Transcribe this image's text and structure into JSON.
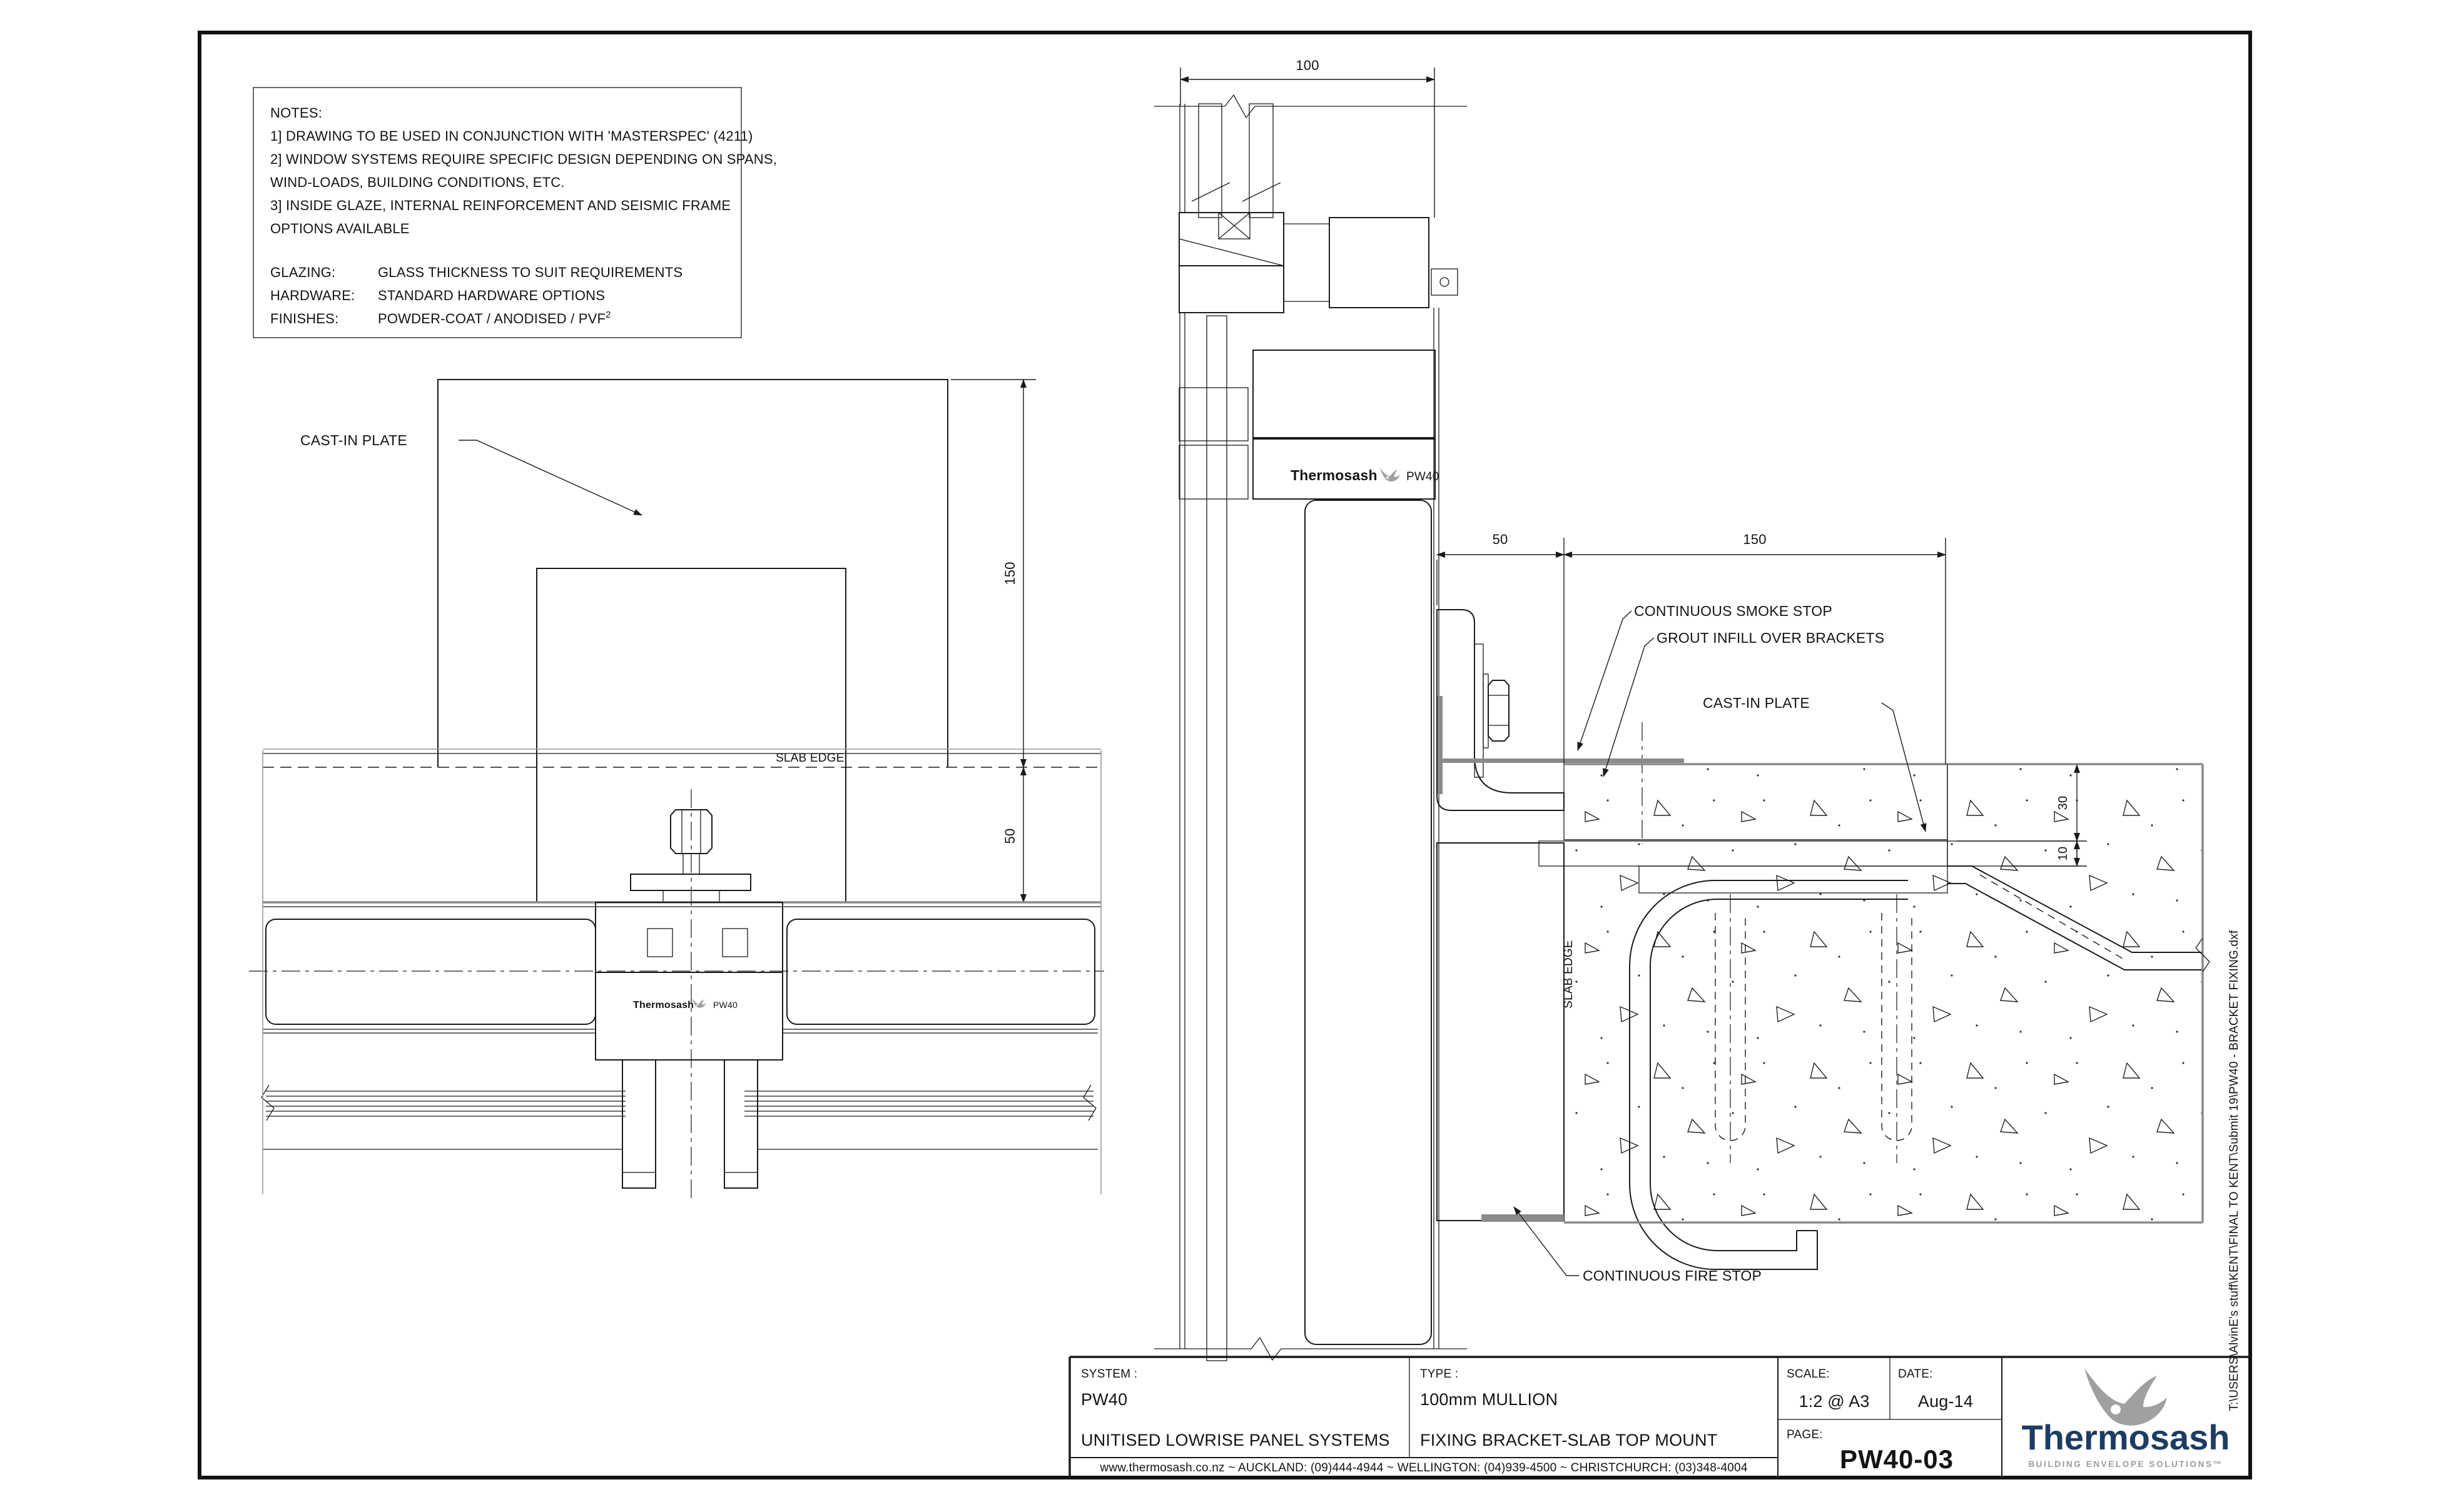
{
  "notes": {
    "title": "NOTES:",
    "lines": [
      "1] DRAWING TO BE USED IN CONJUNCTION WITH 'MASTERSPEC' (4211)",
      "2] WINDOW SYSTEMS REQUIRE SPECIFIC DESIGN DEPENDING ON SPANS,",
      "WIND-LOADS, BUILDING CONDITIONS, ETC.",
      "3] INSIDE GLAZE, INTERNAL REINFORCEMENT AND SEISMIC FRAME",
      "OPTIONS AVAILABLE"
    ],
    "specs": [
      {
        "k": "GLAZING:",
        "v": "GLASS THICKNESS TO SUIT REQUIREMENTS"
      },
      {
        "k": "HARDWARE:",
        "v": "STANDARD HARDWARE OPTIONS"
      },
      {
        "k": "FINISHES:",
        "v": "POWDER-COAT / ANODISED / PVF"
      }
    ],
    "finishes_sup": "2"
  },
  "labels": {
    "cast_in_plate_left": "CAST-IN PLATE",
    "slab_edge_left": "SLAB EDGE",
    "smoke_stop": "CONTINUOUS SMOKE STOP",
    "grout_infill": "GROUT INFILL OVER BRACKETS",
    "cast_in_plate_right": "CAST-IN PLATE",
    "slab_edge_right": "SLAB EDGE",
    "fire_stop": "CONTINUOUS FIRE STOP",
    "brand_small": "Thermosash",
    "brand_code": "PW40"
  },
  "dims": {
    "top_width": "100",
    "left_upper": "150",
    "left_lower": "50",
    "mid_left": "50",
    "mid_right": "150",
    "right_upper": "30",
    "right_lower": "10"
  },
  "titleblock": {
    "system_label": "SYSTEM :",
    "system_code": "PW40",
    "system_name": "UNITISED LOWRISE PANEL SYSTEMS",
    "type_label": "TYPE :",
    "type_line1": "100mm MULLION",
    "type_line2": "FIXING BRACKET-SLAB TOP MOUNT",
    "scale_label": "SCALE:",
    "scale_value": "1:2 @ A3",
    "date_label": "DATE:",
    "date_value": "Aug-14",
    "page_label": "PAGE:",
    "page_value": "PW40-03",
    "brand": "Thermosash",
    "tagline": "BUILDING ENVELOPE SOLUTIONS™"
  },
  "footer": {
    "text": "www.thermosash.co.nz   ~   AUCKLAND: (09)444-4944   ~   WELLINGTON: (04)939-4500   ~   CHRISTCHURCH: (03)348-4004"
  },
  "filepath": "T:\\USERS\\AlvinE's stuff\\KENT\\FINAL TO KENT\\Submit 19\\PW40 - BRACKET FIXING.dxf"
}
